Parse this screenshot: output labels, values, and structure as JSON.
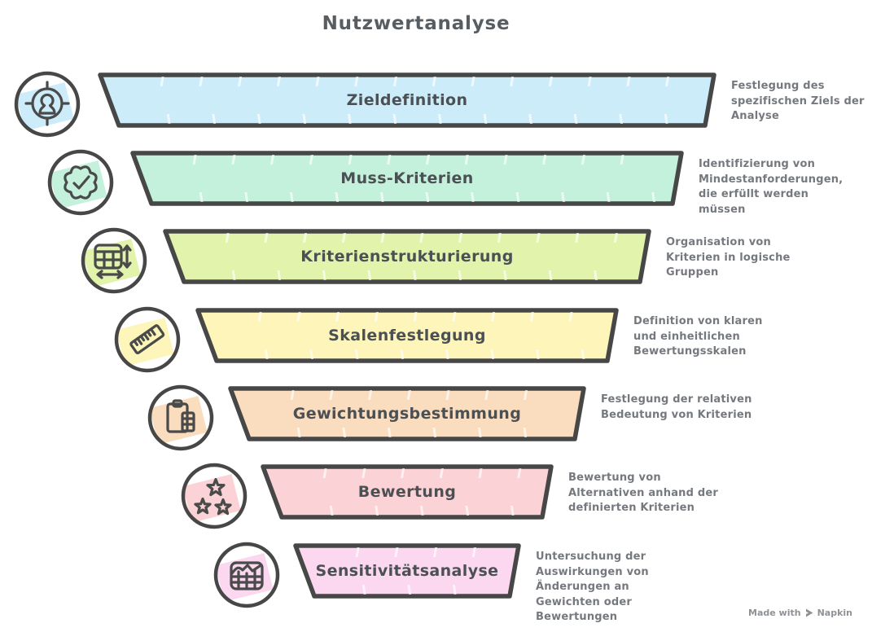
{
  "title": "Nutzwertanalyse",
  "steps": [
    {
      "label": "Zieldefinition",
      "description": "Festlegung des spezifischen Ziels der Analyse",
      "color": "#cdecfa",
      "icon": "target-user"
    },
    {
      "label": "Muss-Kriterien",
      "description": "Identifizierung von Mindestanforderungen, die erfüllt werden müssen",
      "color": "#c3f1dc",
      "icon": "badge-check"
    },
    {
      "label": "Kriterienstrukturierung",
      "description": "Organisation von Kriterien in logische Gruppen",
      "color": "#e2f3ac",
      "icon": "table-structure"
    },
    {
      "label": "Skalenfestlegung",
      "description": "Definition von klaren und einheitlichen Bewertungsskalen",
      "color": "#fdf5ba",
      "icon": "ruler"
    },
    {
      "label": "Gewichtungsbestimmung",
      "description": "Festlegung der relativen Bedeutung von Kriterien",
      "color": "#fadcbe",
      "icon": "clipboard-list"
    },
    {
      "label": "Bewertung",
      "description": "Bewertung von Alternativen anhand der definierten Kriterien",
      "color": "#fbd2d5",
      "icon": "stars-rating"
    },
    {
      "label": "Sensitivitätsanalyse",
      "description": "Untersuchung der Auswirkungen von Änderungen an Gewichten oder Bewertungen",
      "color": "#fbd8ef",
      "icon": "chart-table"
    }
  ],
  "footer": {
    "made_with": "Made with",
    "brand": "Napkin"
  },
  "colors": {
    "outline": "#474747",
    "title_text": "#585d61",
    "label_text": "#4b5054",
    "description_text": "#75797e",
    "footer_text": "#8e9296"
  }
}
